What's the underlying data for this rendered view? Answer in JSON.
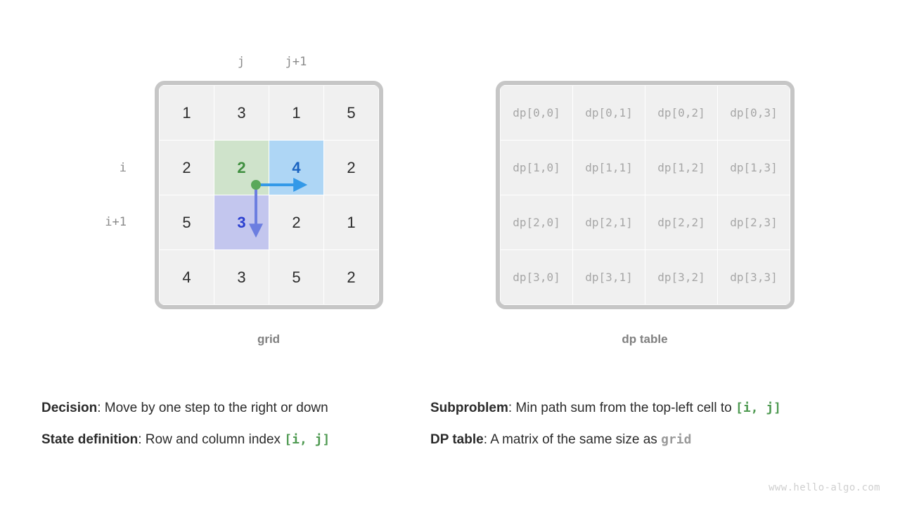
{
  "grid": {
    "caption": "grid",
    "column_labels": {
      "j": "j",
      "j_plus_1": "j+1"
    },
    "row_labels": {
      "i": "i",
      "i_plus_1": "i+1"
    },
    "rows": [
      [
        {
          "value": "1",
          "style": "plain"
        },
        {
          "value": "3",
          "style": "plain"
        },
        {
          "value": "1",
          "style": "plain"
        },
        {
          "value": "5",
          "style": "plain"
        }
      ],
      [
        {
          "value": "2",
          "style": "plain"
        },
        {
          "value": "2",
          "style": "green"
        },
        {
          "value": "4",
          "style": "blue"
        },
        {
          "value": "2",
          "style": "plain"
        }
      ],
      [
        {
          "value": "5",
          "style": "plain"
        },
        {
          "value": "3",
          "style": "purple"
        },
        {
          "value": "2",
          "style": "plain"
        },
        {
          "value": "1",
          "style": "plain"
        }
      ],
      [
        {
          "value": "4",
          "style": "plain"
        },
        {
          "value": "3",
          "style": "plain"
        },
        {
          "value": "5",
          "style": "plain"
        },
        {
          "value": "2",
          "style": "plain"
        }
      ]
    ]
  },
  "dp_table": {
    "caption": "dp table",
    "rows": [
      [
        "dp[0,0]",
        "dp[0,1]",
        "dp[0,2]",
        "dp[0,3]"
      ],
      [
        "dp[1,0]",
        "dp[1,1]",
        "dp[1,2]",
        "dp[1,3]"
      ],
      [
        "dp[2,0]",
        "dp[2,1]",
        "dp[2,2]",
        "dp[2,3]"
      ],
      [
        "dp[3,0]",
        "dp[3,1]",
        "dp[3,2]",
        "dp[3,3]"
      ]
    ]
  },
  "arrows": {
    "right_move": {
      "label": "move-right",
      "color": "#3399e8"
    },
    "down_move": {
      "label": "move-down",
      "color": "#6c7ee0"
    },
    "origin_dot": {
      "label": "current-cell-origin",
      "color": "#5aa85a"
    }
  },
  "notes": {
    "left": [
      {
        "lead": "Decision",
        "separator": ": ",
        "text": "Move by one step to the right or down",
        "code": "",
        "code_style": ""
      },
      {
        "lead": "State definition",
        "separator": ": ",
        "text": "Row and column index ",
        "code": "[i, j]",
        "code_style": "green"
      }
    ],
    "right": [
      {
        "lead": "Subproblem",
        "separator": ": ",
        "text": "Min path sum from the top-left cell to ",
        "code": "[i, j]",
        "code_style": "green"
      },
      {
        "lead": "DP table",
        "separator": ": ",
        "text": "A matrix of the same size as ",
        "code": "grid",
        "code_style": "gray"
      }
    ]
  },
  "watermark": "www.hello-algo.com",
  "colors": {
    "highlight_green": "#cfe3cb",
    "highlight_blue": "#aed6f5",
    "highlight_purple": "#c3c6ee",
    "text_green": "#3f8f3f",
    "text_blue": "#1a63c0",
    "text_indigo": "#2b3fd0",
    "frame_gray": "#c6c6c6",
    "cell_gray": "#f0f0f0",
    "dp_text_gray": "#a6a6a6"
  }
}
